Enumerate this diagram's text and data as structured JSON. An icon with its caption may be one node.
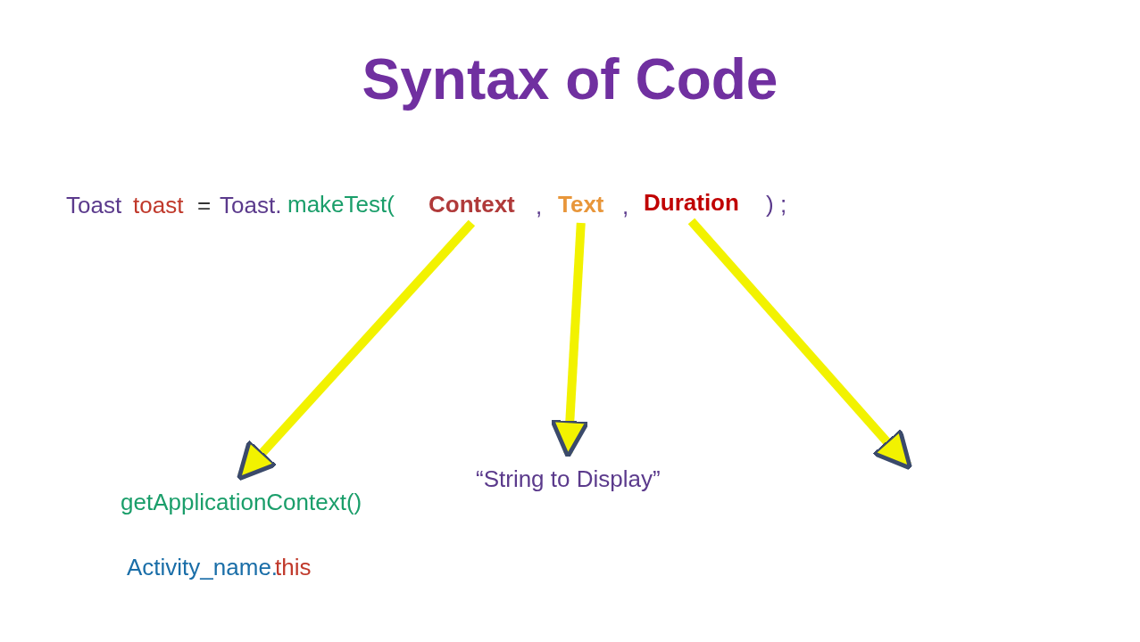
{
  "diagram": {
    "title": "Syntax of Code",
    "nodes": [
      {
        "text": [
          "Context"
        ]
      },
      {
        "text": [
          "Text"
        ]
      },
      {
        "text": [
          "Duration"
        ]
      },
      {
        "text": [
          "getApplicationContext()"
        ]
      },
      {
        "text": [
          "“String to Display”"
        ]
      }
    ],
    "edges": [
      {
        "from": 0,
        "to": 3,
        "arrow": "to"
      },
      {
        "from": 1,
        "to": 4,
        "arrow": "to"
      },
      {
        "from": 2,
        "to": null,
        "arrow": "to"
      }
    ],
    "labels": [
      "Toast",
      "toast",
      "=",
      "Toast.",
      "makeTest(",
      ",",
      ",",
      ") ;",
      "Activity_name.",
      "this"
    ]
  }
}
